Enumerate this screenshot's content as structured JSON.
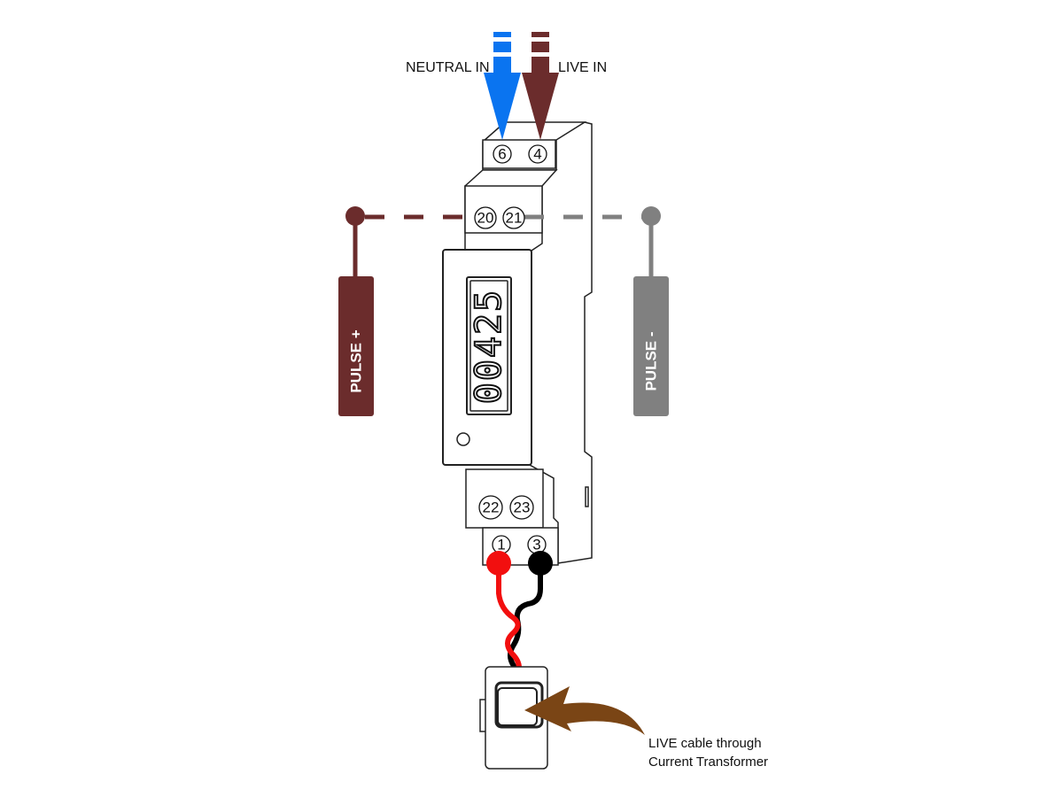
{
  "diagram": {
    "title": "Single phase DIN rail energy meter wiring with current transformer",
    "inputs": {
      "neutral": {
        "label": "NEUTRAL IN",
        "terminal": "6",
        "color": "#0a74f0"
      },
      "live": {
        "label": "LIVE IN",
        "terminal": "4",
        "color": "#6b2c2c"
      }
    },
    "pulse_terminals": [
      "20",
      "21"
    ],
    "pulse_outputs": {
      "plus": {
        "label": "PULSE +",
        "terminal": "20",
        "color": "#6b2c2c"
      },
      "minus": {
        "label": "PULSE -",
        "terminal": "21",
        "color": "#808080"
      }
    },
    "meter": {
      "display_reading": "00425",
      "lower_terminals": [
        "22",
        "23"
      ]
    },
    "ct_terminals": {
      "red": {
        "terminal": "1",
        "color": "#f20f0f"
      },
      "black": {
        "terminal": "3",
        "color": "#000000"
      }
    },
    "ct_annotation": {
      "line1": "LIVE cable through",
      "line2": "Current Transformer",
      "arrow_color": "#7a4515"
    }
  }
}
